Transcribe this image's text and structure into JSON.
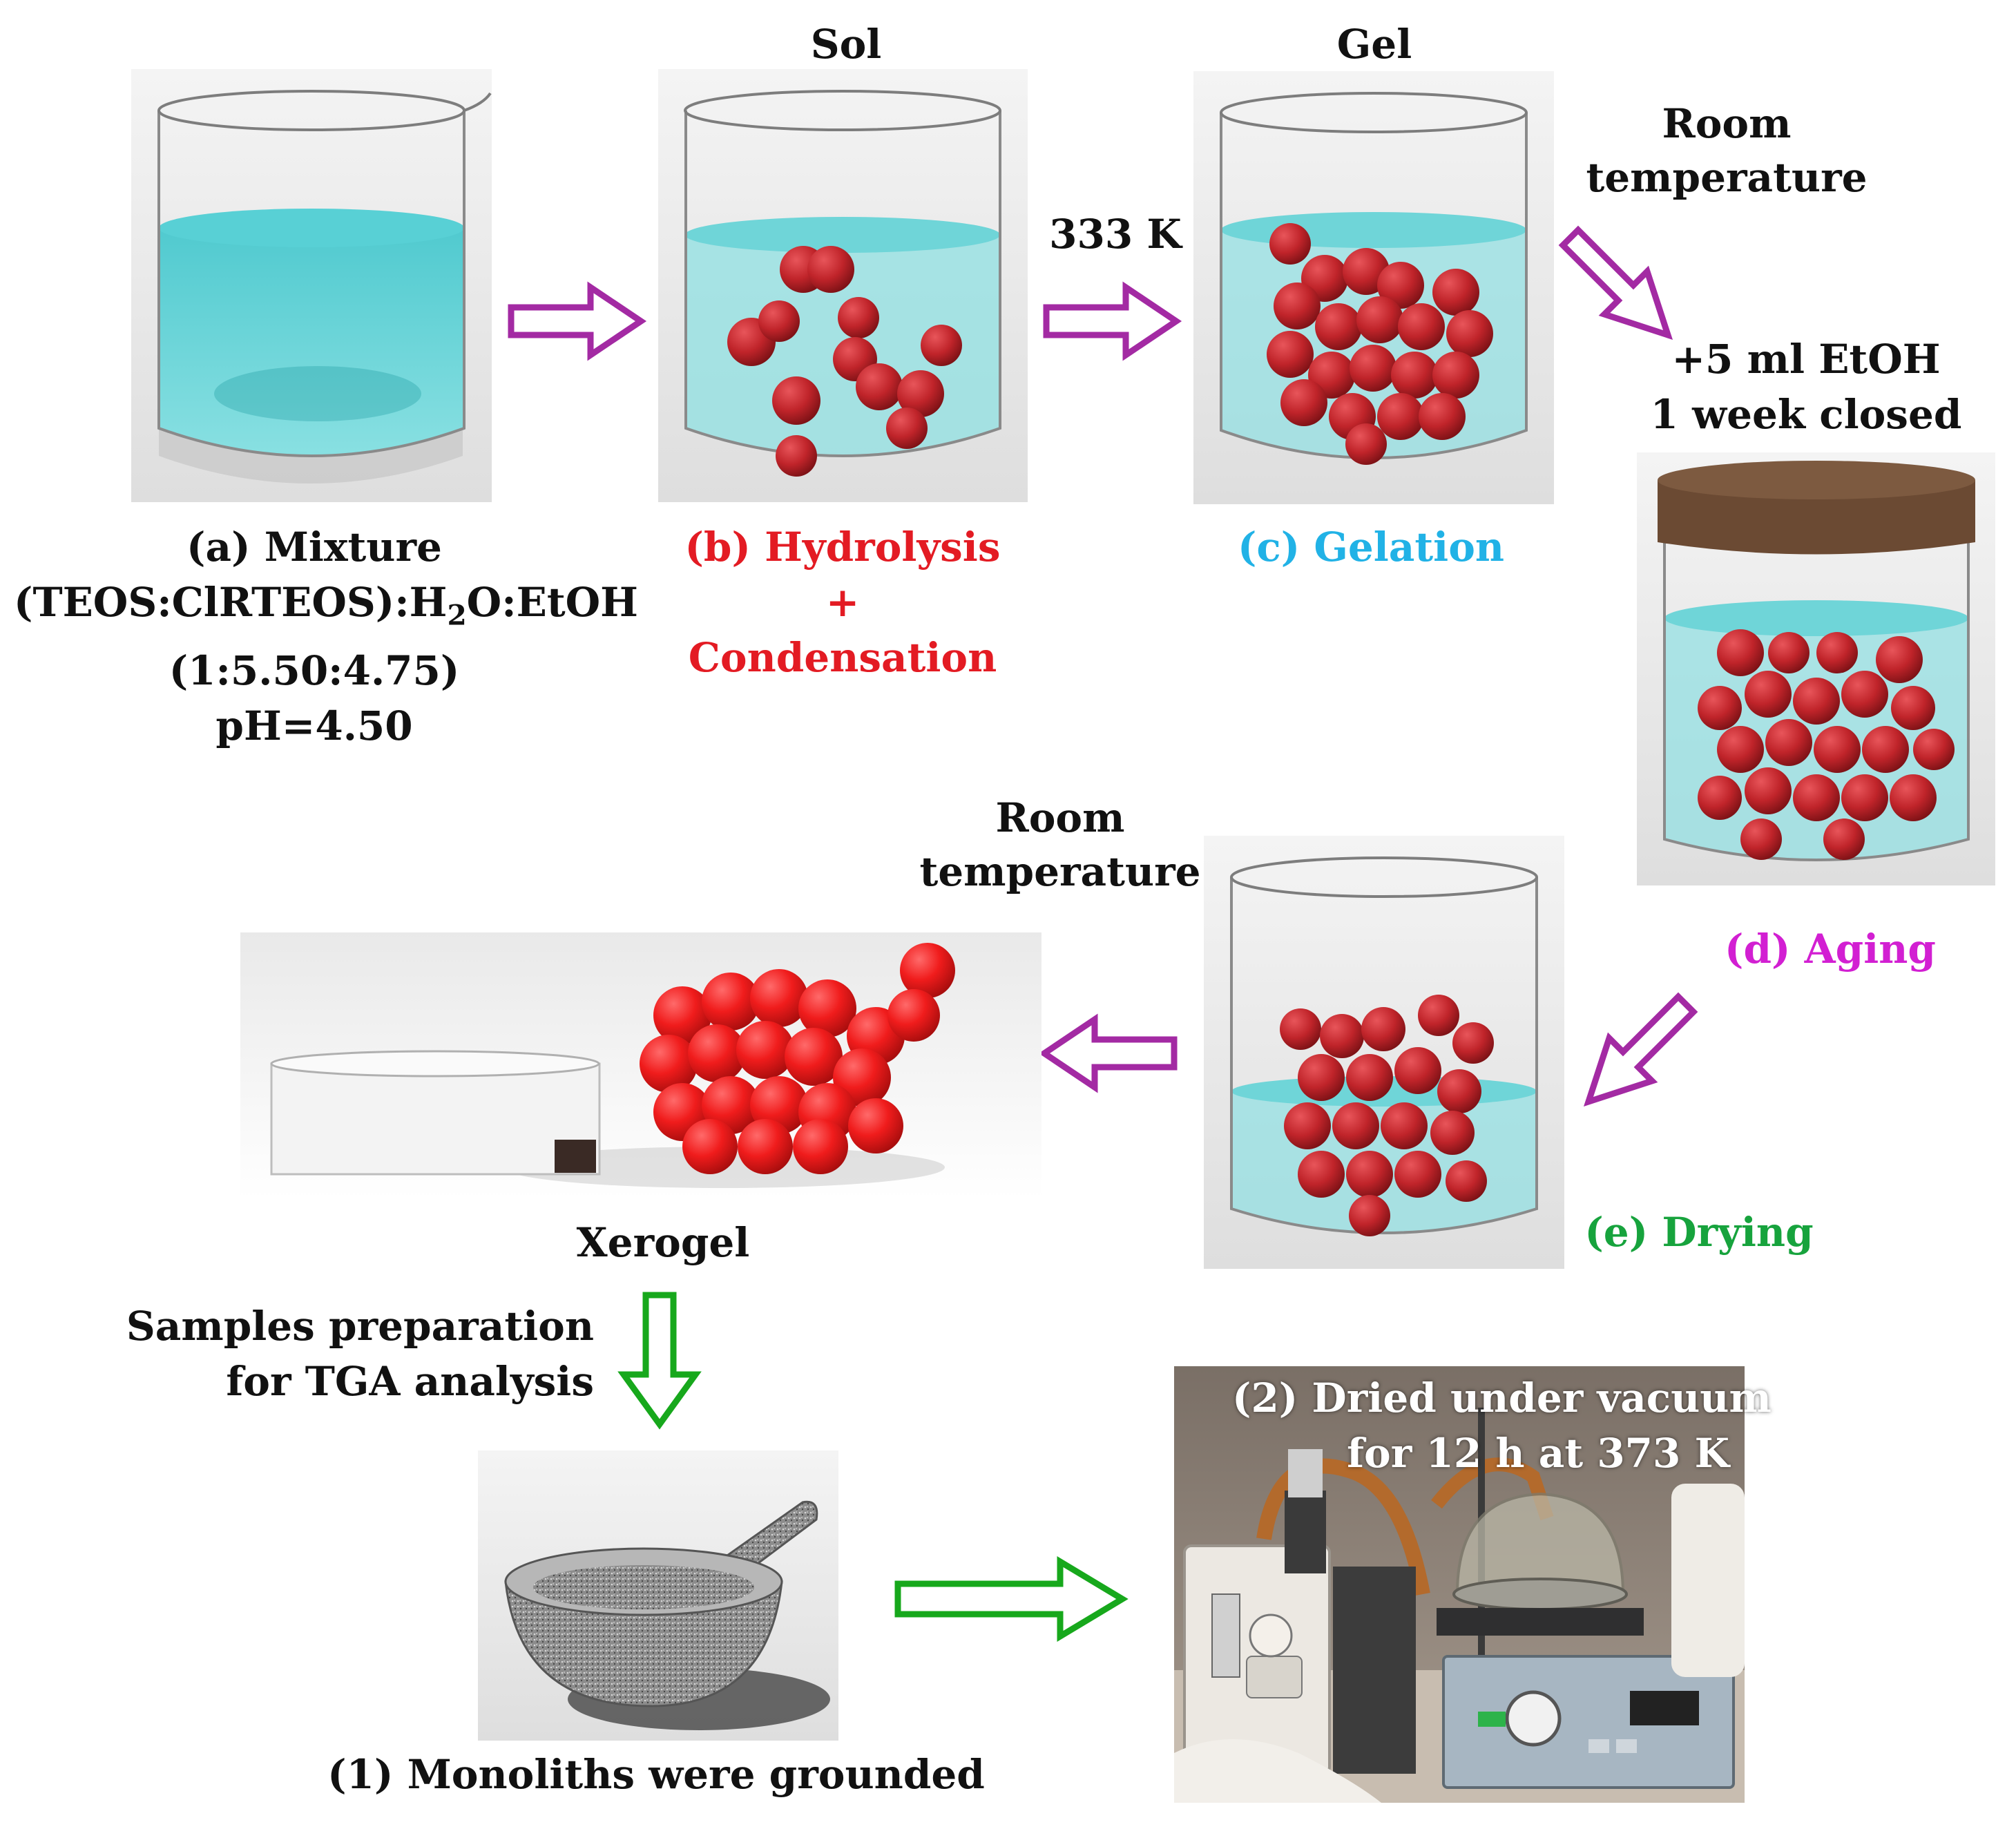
{
  "colors": {
    "magenta_arrow": "#a32aa3",
    "green_arrow": "#17a81c",
    "red_text": "#e31b23",
    "cyan_text": "#21b2e6",
    "magenta_text": "#d21fd2",
    "green_text": "#17a33d",
    "liquid": "#5fd2d6",
    "sphere": "#c9262b",
    "sphere_bright": "#ee1c1c",
    "lid": "#6b4a33"
  },
  "stages": {
    "a": {
      "title": "(a) Mixture",
      "formula_pre": "(TEOS:ClRTEOS):H",
      "formula_sub": "2",
      "formula_post": "O:EtOH",
      "ratio": "(1:5.50:4.75)",
      "ph": "pH=4.50"
    },
    "b": {
      "header": "Sol",
      "title": "(b) Hydrolysis",
      "plus": "+",
      "title2": "Condensation"
    },
    "c": {
      "header": "Gel",
      "title": "(c) Gelation",
      "condition": "333 K"
    },
    "d": {
      "condition_line1": "Room",
      "condition_line2": "temperature",
      "note_line1": "+5 ml EtOH",
      "note_line2": "1 week closed",
      "title": "(d) Aging"
    },
    "e": {
      "condition_line1": "Room",
      "condition_line2": "temperature",
      "title": "(e) Drying"
    },
    "xerogel": {
      "title": "Xerogel"
    },
    "prep": {
      "line1": "Samples preparation",
      "line2": "for TGA analysis"
    },
    "step1": {
      "title": "(1) Monoliths were grounded"
    },
    "step2": {
      "line1": "(2) Dried under vacuum",
      "line2": "for 12 h at 373 K"
    }
  },
  "icons": [
    "beaker",
    "closed-jar",
    "mortar-and-pestle",
    "vacuum-oven-photo",
    "hollow-arrow",
    "glass-disc",
    "sphere-cluster"
  ]
}
